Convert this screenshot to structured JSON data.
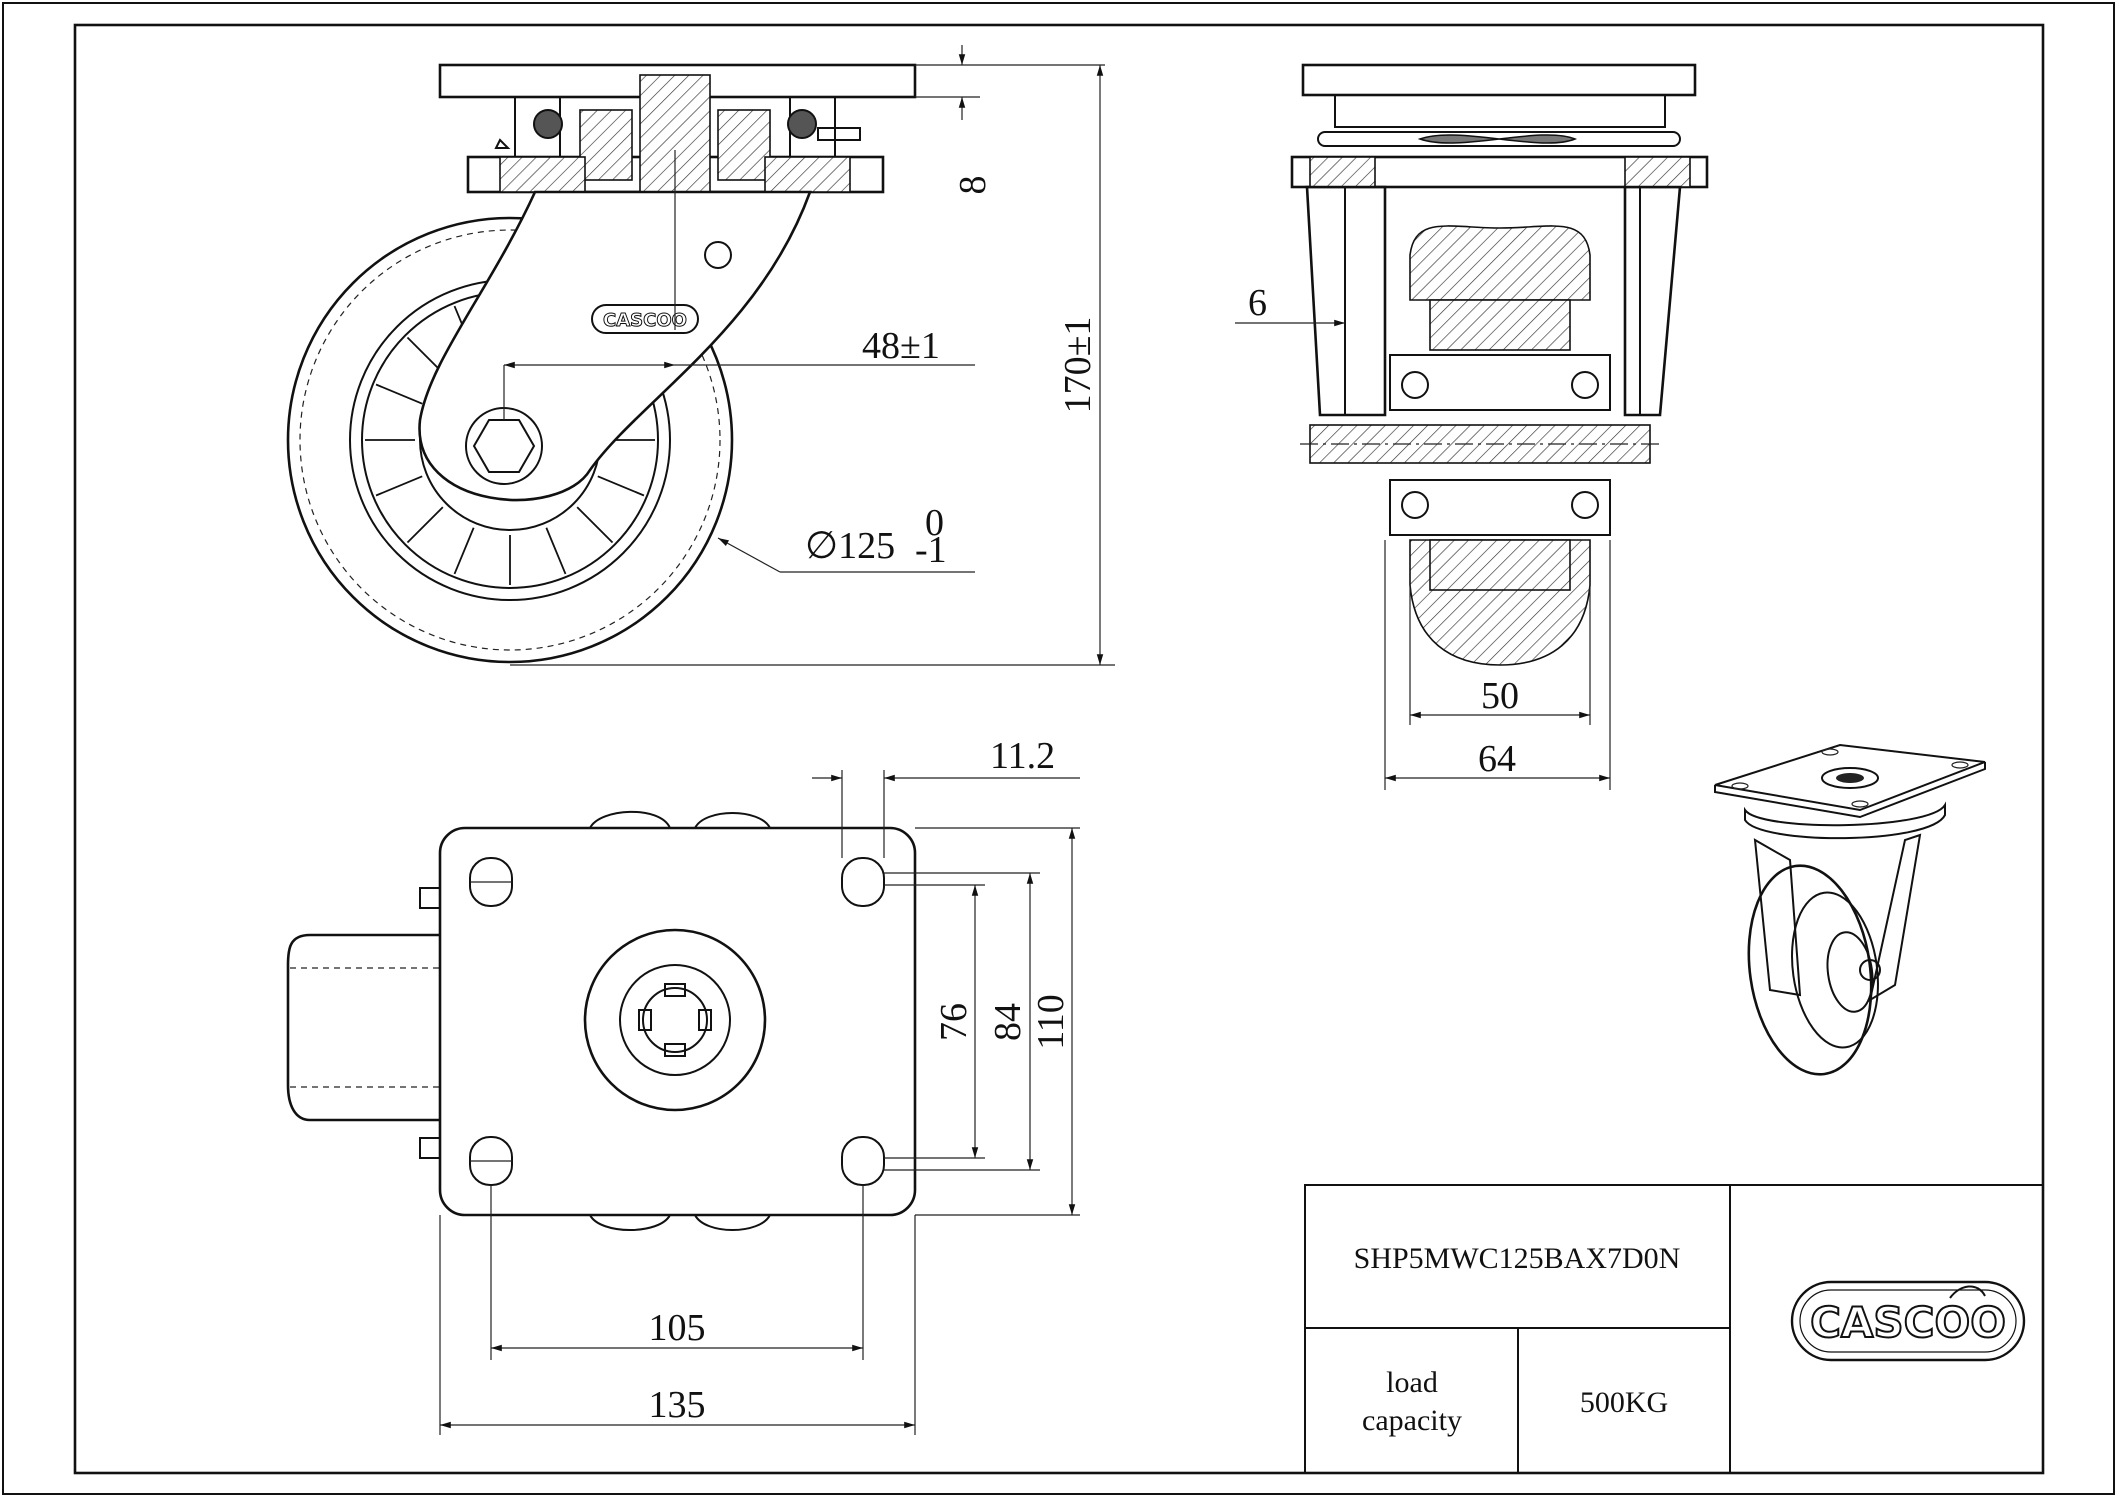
{
  "drawing": {
    "brand": "CASCOO",
    "dimensions": {
      "side_view": {
        "top_gap": "8",
        "overall_height": "170±1",
        "offset": "48±1",
        "wheel_diameter": "∅125",
        "wheel_diameter_tol_upper": "0",
        "wheel_diameter_tol_lower": "-1"
      },
      "front_view": {
        "flange_gap": "6",
        "tread_width": "50",
        "hub_width": "64"
      },
      "top_plate": {
        "slot_width": "11.2",
        "hole_spacing_inner": "76",
        "hole_spacing_outer": "84",
        "plate_width": "110",
        "hole_spacing_long": "105",
        "plate_length": "135"
      }
    }
  },
  "title_block": {
    "part_number": "SHP5MWC125BAX7D0N",
    "load_label": "load\ncapacity",
    "load_label_line1": "load",
    "load_label_line2": "capacity",
    "load_value": "500KG",
    "logo_text": "CASCOO"
  }
}
